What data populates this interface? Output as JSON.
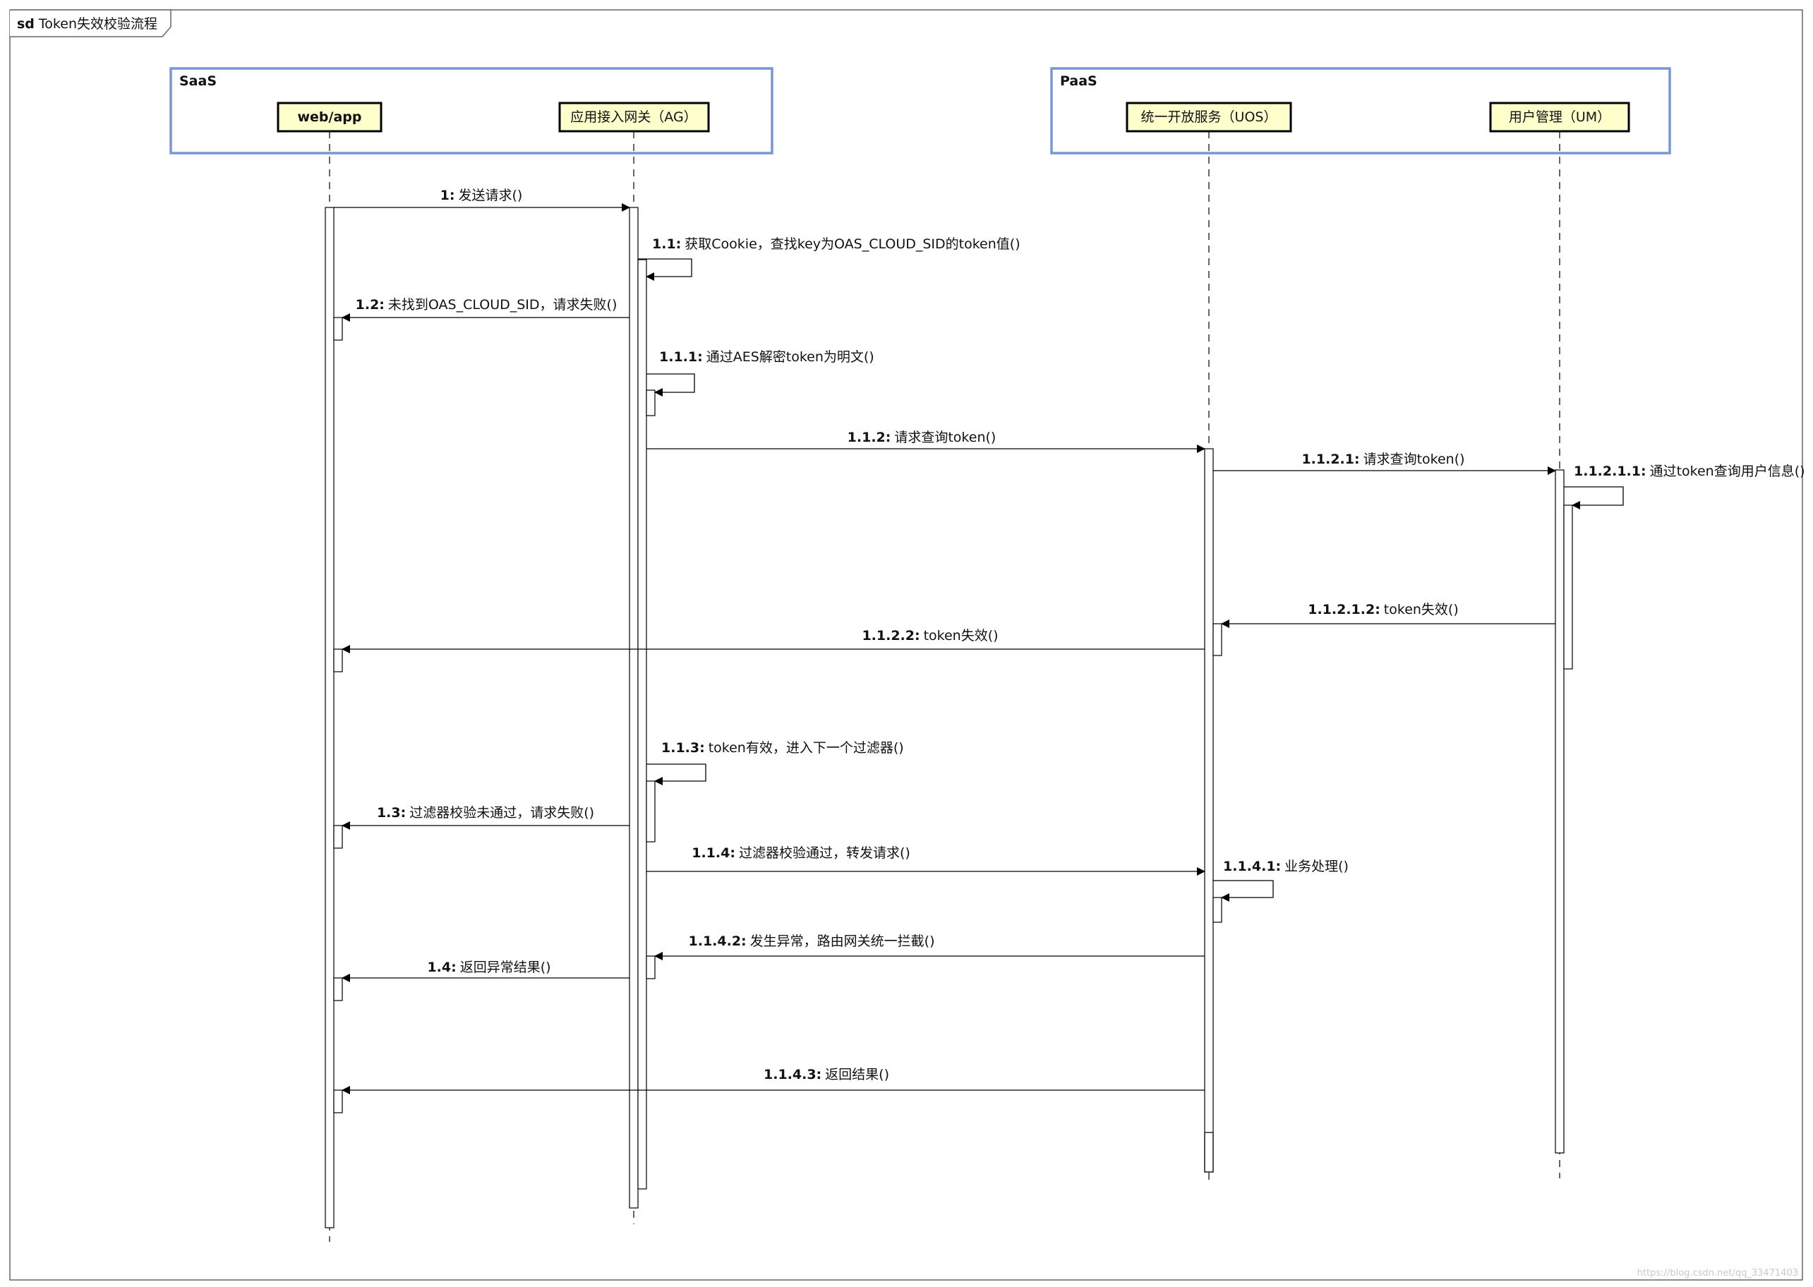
{
  "frame": {
    "prefix": "sd",
    "title": "Token失效校验流程"
  },
  "groups": [
    {
      "id": "saas",
      "title": "SaaS"
    },
    {
      "id": "paas",
      "title": "PaaS"
    }
  ],
  "participants": [
    {
      "id": "web",
      "label": "web/app",
      "bold": true
    },
    {
      "id": "ag",
      "label": "应用接入网关（AG）",
      "bold": false
    },
    {
      "id": "uos",
      "label": "统一开放服务（UOS）",
      "bold": false
    },
    {
      "id": "um",
      "label": "用户管理（UM）",
      "bold": false
    }
  ],
  "messages": [
    {
      "num": "1:",
      "text": "发送请求()"
    },
    {
      "num": "1.1:",
      "text": "获取Cookie，查找key为OAS_CLOUD_SID的token值()"
    },
    {
      "num": "1.2:",
      "text": "未找到OAS_CLOUD_SID，请求失败()"
    },
    {
      "num": "1.1.1:",
      "text": "通过AES解密token为明文()"
    },
    {
      "num": "1.1.2:",
      "text": "请求查询token()"
    },
    {
      "num": "1.1.2.1:",
      "text": "请求查询token()"
    },
    {
      "num": "1.1.2.1.1:",
      "text": "通过token查询用户信息()"
    },
    {
      "num": "1.1.2.1.2:",
      "text": "token失效()"
    },
    {
      "num": "1.1.2.2:",
      "text": "token失效()"
    },
    {
      "num": "1.1.3:",
      "text": "token有效，进入下一个过滤器()"
    },
    {
      "num": "1.3:",
      "text": "过滤器校验未通过，请求失败()"
    },
    {
      "num": "1.1.4:",
      "text": "过滤器校验通过，转发请求()"
    },
    {
      "num": "1.1.4.1:",
      "text": "业务处理()"
    },
    {
      "num": "1.1.4.2:",
      "text": "发生异常，路由网关统一拦截()"
    },
    {
      "num": "1.4:",
      "text": "返回异常结果()"
    },
    {
      "num": "1.1.4.3:",
      "text": "返回结果()"
    }
  ],
  "watermark": "https://blog.csdn.net/qq_33471403",
  "colors": {
    "group_border": "#7b96d6",
    "participant_fill": "#ffffcc",
    "line": "#000000"
  }
}
